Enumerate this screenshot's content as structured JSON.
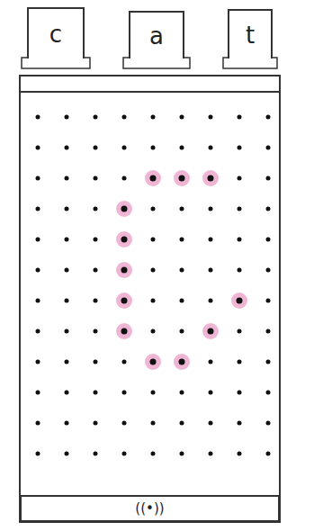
{
  "diagram": {
    "nodes": [
      {
        "text": [
          "c"
        ]
      },
      {
        "text": [
          "a"
        ]
      },
      {
        "text": [
          "t"
        ]
      },
      {
        "text": [
          "((•))"
        ]
      }
    ]
  }
}
